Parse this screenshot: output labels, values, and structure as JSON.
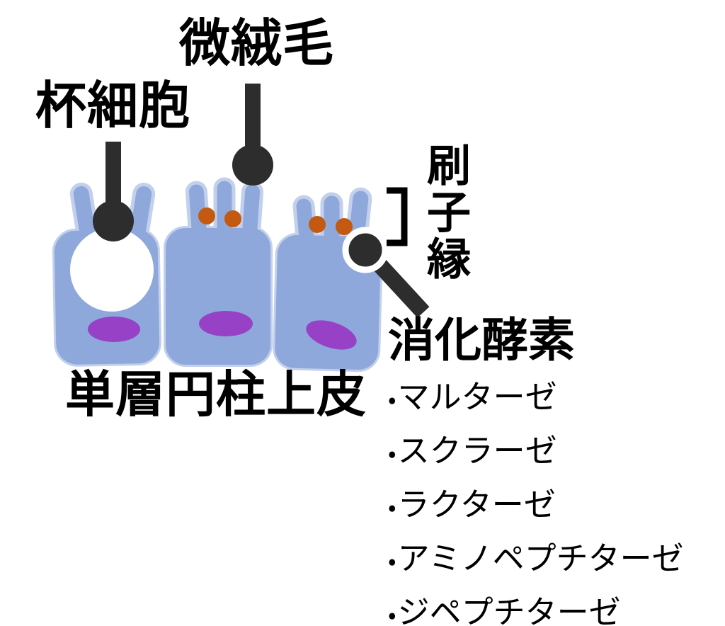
{
  "labels": {
    "microvilli": "微絨毛",
    "goblet_cell": "杯細胞",
    "brush_border": "刷子縁",
    "epithelium": "単層円柱上皮"
  },
  "enzymes": {
    "title": "消化酵素",
    "bullet": "・",
    "items": [
      "マルターゼ",
      "スクラーゼ",
      "ラクターゼ",
      "アミノペプチターゼ",
      "ジペプチターゼ"
    ]
  },
  "colors": {
    "background": "#FFFFFF",
    "text": "#000000",
    "cell_fill": "#8FA8DB",
    "cell_outline": "#C2D0EC",
    "goblet_vacuole": "#FFFFFF",
    "nucleus": "#9641C6",
    "granule": "#C45911",
    "pointer": "#2D2D2D"
  }
}
